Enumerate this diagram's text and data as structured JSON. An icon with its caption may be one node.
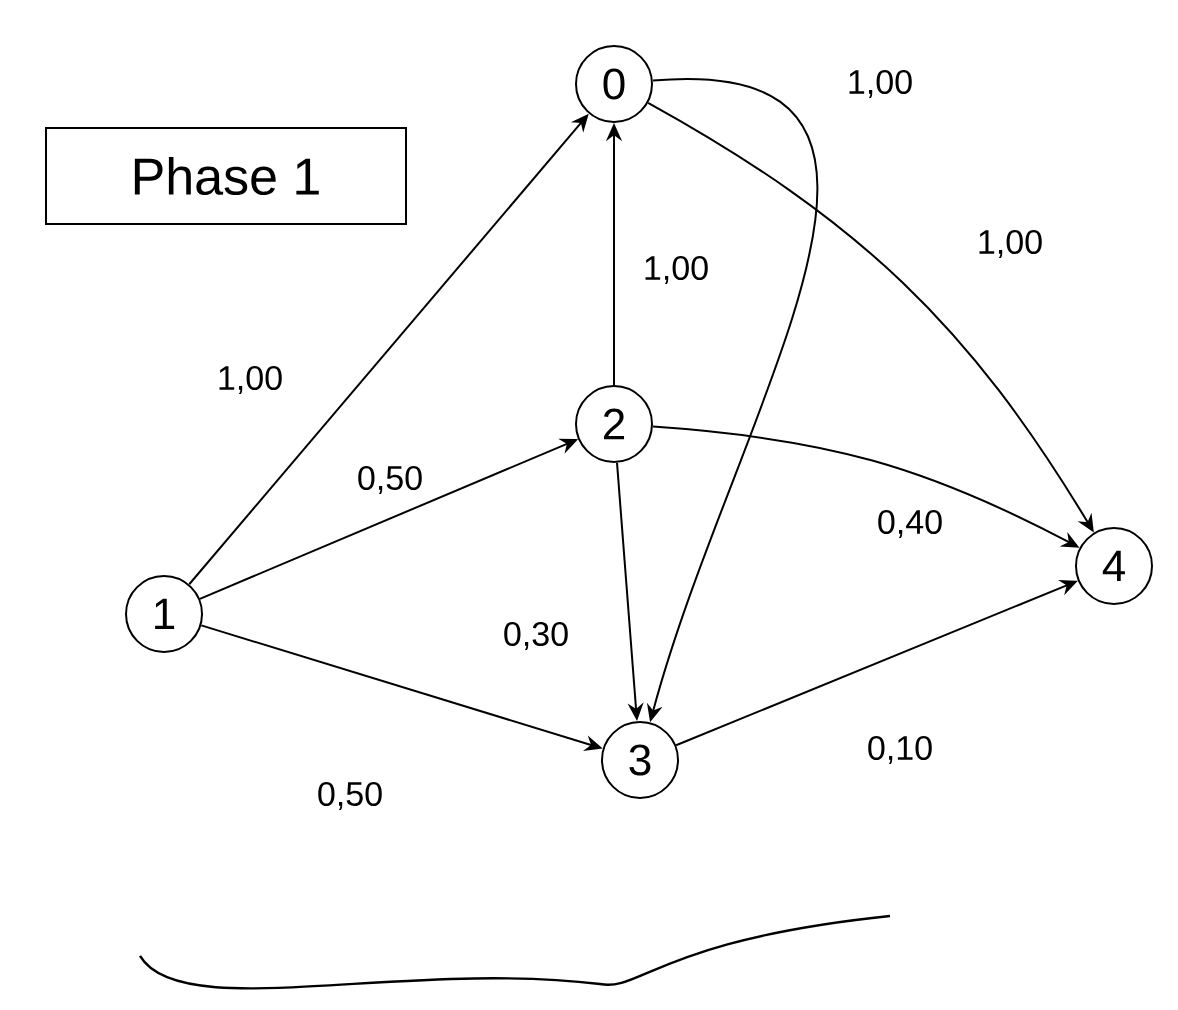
{
  "diagram": {
    "nodes": [
      {
        "text": [
          "Phase 1"
        ]
      },
      {
        "text": [
          "0"
        ]
      },
      {
        "text": [
          "1"
        ]
      },
      {
        "text": [
          "2"
        ]
      },
      {
        "text": [
          "3"
        ]
      },
      {
        "text": [
          "4"
        ]
      }
    ],
    "edges": [
      {
        "from": 2,
        "to": 1,
        "arrow": "to",
        "label": "1,00"
      },
      {
        "from": 2,
        "to": 3,
        "arrow": "to",
        "label": "0,50"
      },
      {
        "from": 2,
        "to": 4,
        "arrow": "to",
        "label": "0,50"
      },
      {
        "from": 3,
        "to": 1,
        "arrow": "to",
        "label": "1,00"
      },
      {
        "from": 3,
        "to": 4,
        "arrow": "to",
        "label": "0,30"
      },
      {
        "from": 3,
        "to": 5,
        "arrow": "to",
        "label": "0,40"
      },
      {
        "from": 1,
        "to": 4,
        "arrow": "to",
        "label": "1,00"
      },
      {
        "from": 1,
        "to": 5,
        "arrow": "to",
        "label": "1,00"
      },
      {
        "from": 4,
        "to": 5,
        "arrow": "to",
        "label": "0,10"
      }
    ]
  }
}
